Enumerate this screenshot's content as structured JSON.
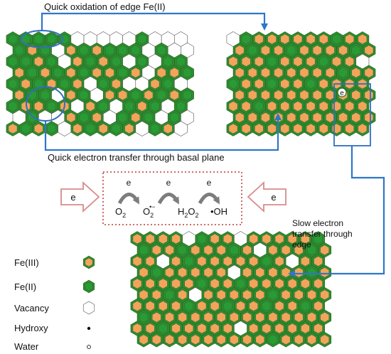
{
  "captions": {
    "top": "Quick oxidation of edge Fe(II)",
    "middle": "Quick electron transfer through basal plane",
    "side_line1": "Slow electron",
    "side_line2": "transfer through",
    "side_line3": "edge"
  },
  "reaction": {
    "electron": "e",
    "o2": "O",
    "o2_sub": "2",
    "superoxide": "O",
    "superoxide_sub": "2",
    "superoxide_sup": "•−",
    "h2o2_h": "H",
    "h2o2_h_sub": "2",
    "h2o2_o": "O",
    "h2o2_o_sub": "2",
    "hydroxyl": "•OH"
  },
  "legend": {
    "fe3": "Fe(III)",
    "fe2": "Fe(II)",
    "vacancy": "Vacancy",
    "hydroxy": "Hydroxy",
    "water": "Water"
  },
  "colors": {
    "fe3_fill": "#f4a35c",
    "fe2_fill": "#2a9a36",
    "hex_stroke": "#2f8a2f",
    "arrow_blue": "#2f76c8",
    "highlight_blue": "#2f6fbf",
    "dashed_box": "#c0392b",
    "electron_arrow": "#d98a8a",
    "curved_arrow": "#7d7d7d"
  },
  "panels": {
    "top_left": {
      "rows": [
        "GGGGGVVVVVGVVV",
        "GOGVOGOGGGVGVV",
        "GGOGVOGOGVGVGG",
        "OGOGOGOOGOVOOG",
        "GOGOGOVGOVVOGV",
        "OGGVOGVOOGOGOG",
        "GOOGOVOGVGOGVG",
        "VGVVOGOVGOGVGV",
        "OGOGVOGOGOVGOV"
      ]
    },
    "top_right": {
      "rows": [
        "VGOOOOOOGOO",
        "OGOOGOOOOGO",
        "OOOGOOOGOOV",
        "OOOOOOOOGOO",
        "GOOGOOGOOOO",
        "OOOOOOOOOOO",
        "OOGOOOOOOOO",
        "OOOOOOOOOOO",
        "OOOOOOOOOOO"
      ]
    },
    "bottom": {
      "rows": [
        "OOOOVGOOVOOOOOG",
        "GOOGOOOGOVOOOGO",
        "OOVOGOOOOOGOVOO",
        "OGOOOOOVOOOOOGO",
        "OOOOOGOOGOOOOOO",
        "OOGOVOOOOOGOOOO",
        "OOOOGOOGOOGOOGO",
        "GOOOOOOOOOOOOOO",
        "OOGOOOOOVOOOOOO",
        "OOOOOOOOOOGOOOO"
      ]
    }
  }
}
